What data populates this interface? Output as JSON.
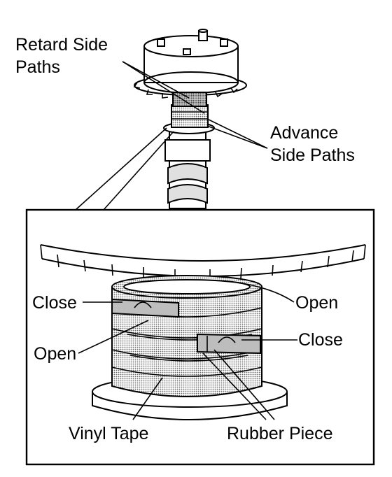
{
  "labels": {
    "retard_line1": "Retard Side",
    "retard_line2": "Paths",
    "advance_line1": "Advance",
    "advance_line2": "Side Paths",
    "close_left": "Close",
    "open_right": "Open",
    "open_left": "Open",
    "close_right": "Close",
    "vinyl_tape": "Vinyl Tape",
    "rubber_piece": "Rubber Piece"
  },
  "colors": {
    "ink": "#000000",
    "paper": "#ffffff",
    "shade": "#d9d9d9",
    "shade_dark": "#b8b8b8"
  }
}
